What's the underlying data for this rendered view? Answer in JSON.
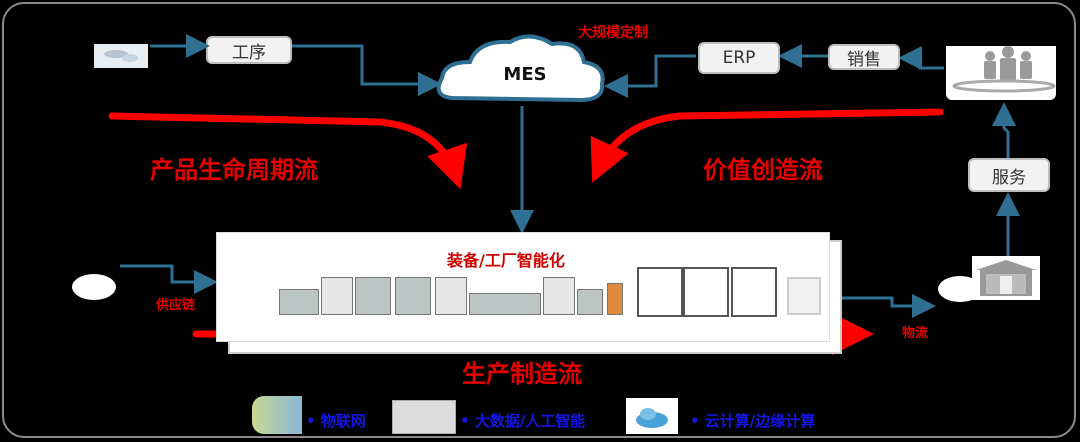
{
  "top": {
    "process_box": "工序",
    "mes": "MES",
    "mass_customization": "大规模定制",
    "erp": "ERP",
    "sales": "销售",
    "customers_icon": "customers-icon"
  },
  "flows": {
    "product_lifecycle": "产品生命周期流",
    "value_creation": "价值创造流",
    "production": "生产制造流",
    "supply_chain": "供应链",
    "logistics": "物流"
  },
  "right": {
    "service": "服务",
    "warehouse_icon": "warehouse-icon"
  },
  "panel": {
    "title": "装备/工厂智能化"
  },
  "legend": [
    {
      "icon": "iot-icon",
      "label": "• 物联网"
    },
    {
      "icon": "big-data-icon",
      "label": "• 大数据/人工智能"
    },
    {
      "icon": "cloud-computing-icon",
      "label": "• 云计算/边缘计算"
    }
  ],
  "colors": {
    "accent_red": "#e60000",
    "link_blue": "#2e6f92"
  }
}
